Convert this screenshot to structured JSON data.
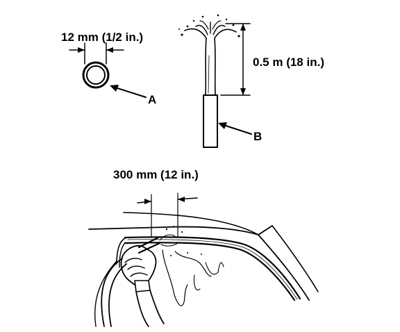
{
  "figure": {
    "hose_diameter_label": "12 mm (1/2 in.)",
    "water_height_label": "0.5 m (18 in.)",
    "spray_distance_label": "300 mm (12 in.)",
    "callout_a": "A",
    "callout_b": "B"
  },
  "icons": [
    "hose-cross-section-icon",
    "hose-icon",
    "water-spray-icon",
    "hand-icon",
    "car-roof-icon"
  ]
}
